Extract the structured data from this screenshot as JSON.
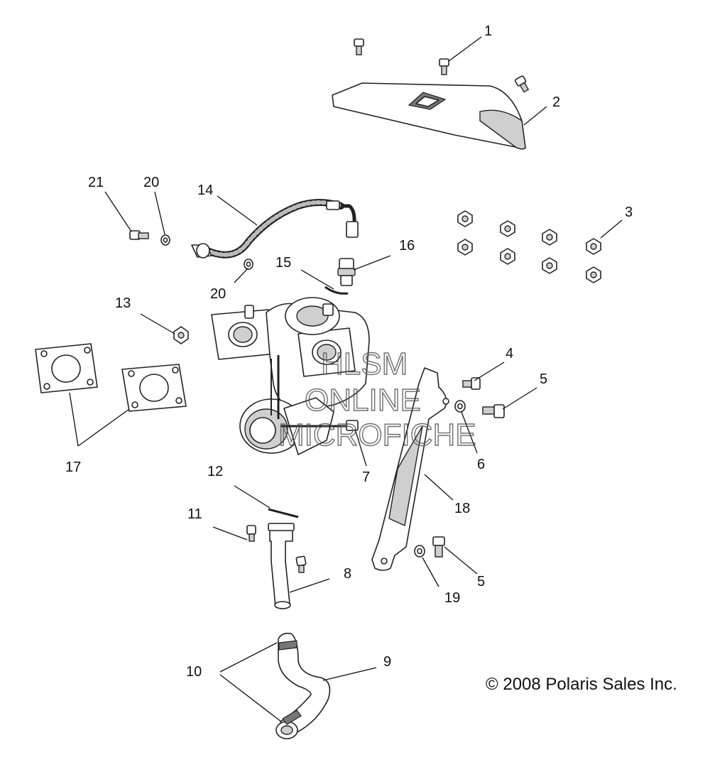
{
  "callouts": {
    "c1": "1",
    "c2": "2",
    "c3": "3",
    "c4": "4",
    "c5a": "5",
    "c5b": "5",
    "c6": "6",
    "c7": "7",
    "c8": "8",
    "c9": "9",
    "c10": "10",
    "c11": "11",
    "c12": "12",
    "c13": "13",
    "c14": "14",
    "c15": "15",
    "c16": "16",
    "c17": "17",
    "c18": "18",
    "c19": "19",
    "c20a": "20",
    "c20b": "20",
    "c21": "21"
  },
  "copyright": "© 2008 Polaris Sales Inc.",
  "watermark": {
    "line1": "HLSM",
    "line2": "ONLINE",
    "line3": "MICROFICHE"
  }
}
